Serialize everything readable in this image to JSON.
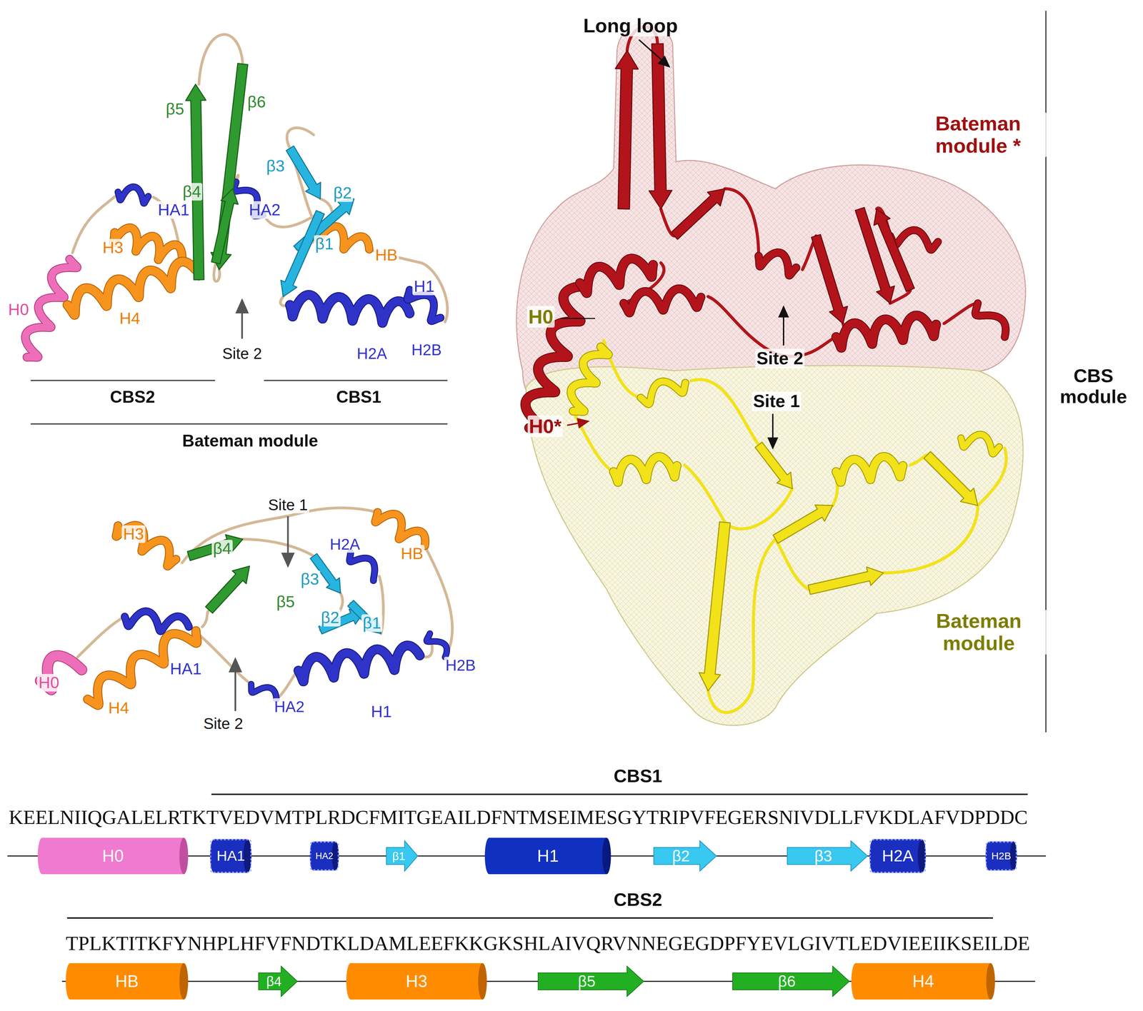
{
  "diagram": {
    "nodes": [
      {
        "text": [
          "H0"
        ]
      },
      {
        "text": [
          "HA1"
        ]
      },
      {
        "text": [
          "HA2"
        ]
      },
      {
        "text": [
          "β1"
        ]
      },
      {
        "text": [
          "H1"
        ]
      },
      {
        "text": [
          "β2"
        ]
      },
      {
        "text": [
          "β3"
        ]
      },
      {
        "text": [
          "H2A"
        ]
      },
      {
        "text": [
          "H2B"
        ]
      },
      {
        "text": [
          "HB"
        ]
      },
      {
        "text": [
          "β4"
        ]
      },
      {
        "text": [
          "H3"
        ]
      },
      {
        "text": [
          "β5"
        ]
      },
      {
        "text": [
          "β6"
        ]
      },
      {
        "text": [
          "H4"
        ]
      }
    ],
    "labels": [
      "β5",
      "β6",
      "β3",
      "β2",
      "β4",
      "HA1",
      "HA2",
      "H3",
      "β1",
      "HB",
      "H1",
      "H0",
      "H4",
      "Site 2",
      "H2A",
      "H2B",
      "CBS2",
      "CBS1",
      "Bateman module",
      "Site 1",
      "H3",
      "β4",
      "H2A",
      "HB",
      "β3",
      "β5",
      "β2",
      "β1",
      "H2B",
      "H0",
      "HA1",
      "Site 2",
      "HA2",
      "H1",
      "H4",
      "Long loop",
      "Bateman module *",
      "H0",
      "Site 2",
      "H0*",
      "Site 1",
      "CBS module",
      "Bateman module",
      "CBS1",
      "KEELNIIQGALELRTKTVEDVMTPLRDCFMITGEAILDFNTMSEIMESGYTRIPVFEGERSNIVDLLFVKDLAFVDPDDC",
      "CBS2",
      "TPLKTITKFYNHPLHFVFNDTKLDAMLEEFKKGKSHLAIVQRVNNEGEGDPFYEVLGIVTLEDVIEEIIKSEILDE"
    ]
  }
}
